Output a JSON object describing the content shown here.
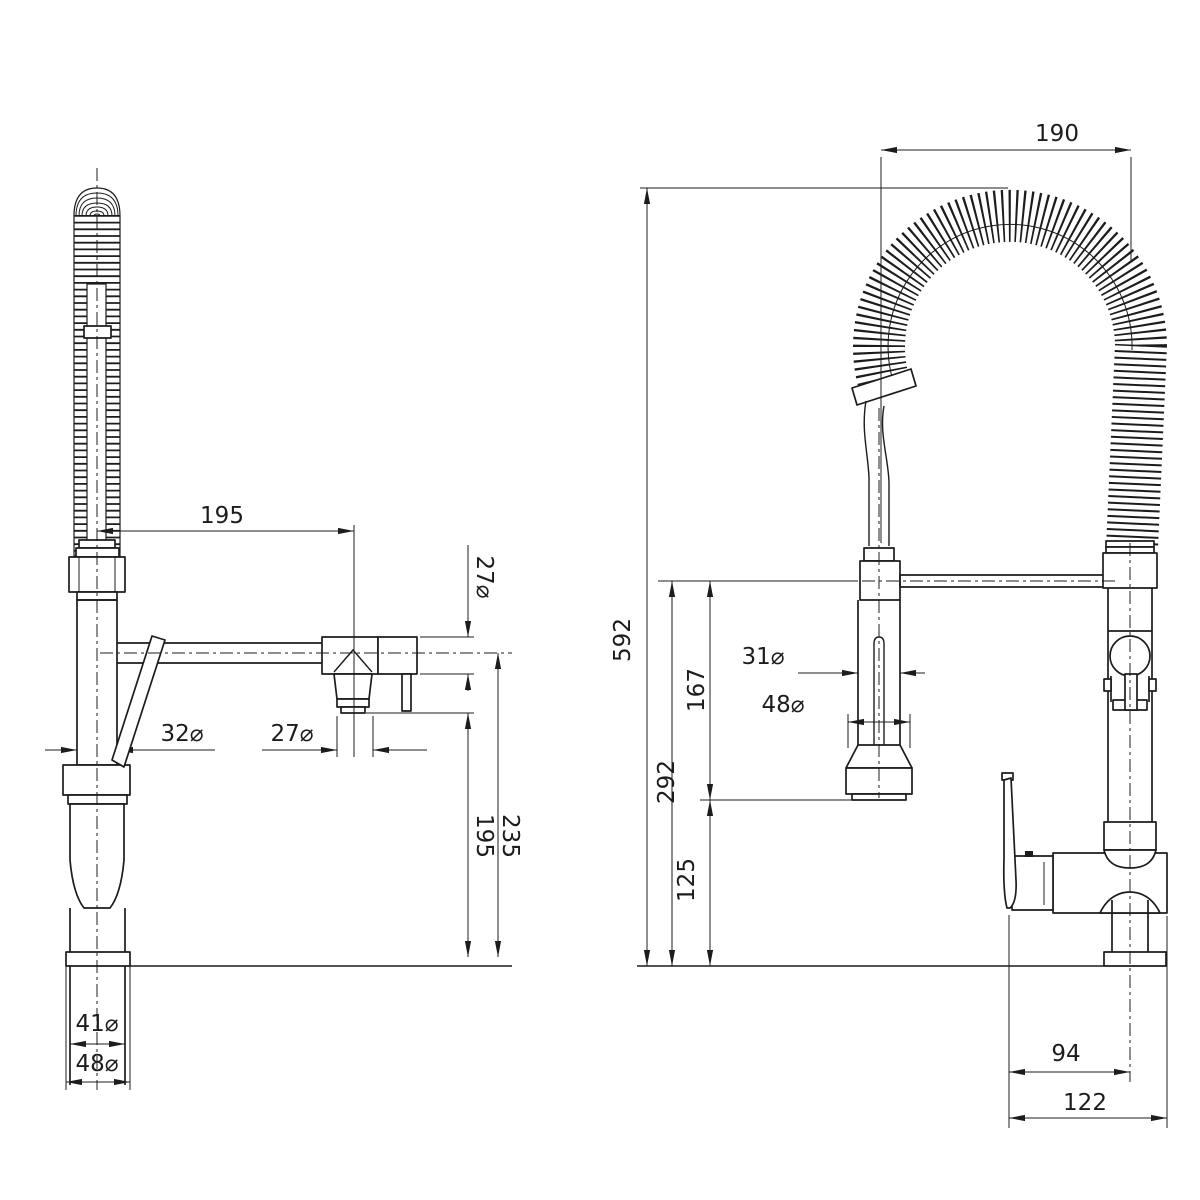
{
  "drawing": {
    "kind": "dimensioned technical line drawing",
    "subject": "kitchen sink mixer tap with coiled pull-out spray hose",
    "line_color": "#1c1c1c",
    "background": "#ffffff",
    "front_view": {
      "label_spout_reach": "195",
      "label_arm_dia": "27⌀",
      "label_body_dia": "32⌀",
      "label_outlet_dia": "27⌀",
      "label_height_arm_center": "235",
      "label_height_outlet": "195",
      "label_shank_dia": "41⌀",
      "label_base_dia": "48⌀"
    },
    "side_view": {
      "label_hose_span": "190",
      "label_overall_height": "592",
      "label_wand_dia": "31⌀",
      "label_head_dia": "48⌀",
      "label_head_drop": "167",
      "label_arm_height": "292",
      "label_head_clearance": "125",
      "label_handle_reach": "94",
      "label_base_depth": "122"
    }
  }
}
